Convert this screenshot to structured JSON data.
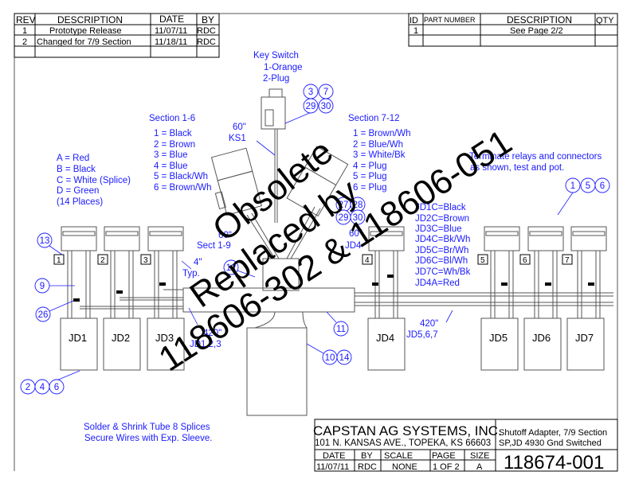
{
  "revision_table": {
    "headers": [
      "REV",
      "DESCRIPTION",
      "DATE",
      "BY"
    ],
    "rows": [
      [
        "1",
        "Prototype Release",
        "11/07/11",
        "RDC"
      ],
      [
        "2",
        "Changed for 7/9 Section",
        "11/18/11",
        "RDC"
      ]
    ]
  },
  "parts_table": {
    "headers": [
      "ID",
      "PART NUMBER",
      "DESCRIPTION",
      "QTY"
    ],
    "rows": [
      [
        "1",
        "",
        "See Page 2/2",
        ""
      ]
    ]
  },
  "notes": {
    "key_switch": [
      "Key Switch",
      "1-Orange",
      "2-Plug"
    ],
    "section_1_6": [
      "Section 1-6",
      "1 = Black",
      "2 = Brown",
      "3 = Blue",
      "4 = Blue",
      "5 = Black/Wh",
      "6 = Brown/Wh"
    ],
    "section_7_12": [
      "Section 7-12",
      "1 = Brown/Wh",
      "2 = Blue/Wh",
      "3 = White/Bk",
      "4 = Plug",
      "5 = Plug",
      "6 = Plug"
    ],
    "pin_colors": [
      "A = Red",
      "B = Black",
      "C = White (Splice)",
      "D = Green",
      "(14 Places)"
    ],
    "terminate": [
      "Terminate relays and connectors",
      "as shown, test and pot."
    ],
    "jd_colors": [
      "JD1C=Black",
      "JD2C=Brown",
      "JD3C=Blue",
      "JD4C=Bk/Wh",
      "JD5C=Br/Wh",
      "JD6C=Bl/Wh",
      "JD7C=Wh/Bk",
      "JD4A=Red"
    ],
    "ks1": [
      "60\"",
      "KS1"
    ],
    "sect19": [
      "60\"",
      "Sect 1-9"
    ],
    "jd4_len": [
      "60\"",
      "JD4"
    ],
    "typ": [
      "4\"",
      "Typ."
    ],
    "jd123_len": [
      "420\"",
      "JD1,2,3"
    ],
    "jd567_len": [
      "420\"",
      "JD5,6,7"
    ],
    "solder": [
      "Solder & Shrink Tube 8 Splices",
      "Secure Wires with Exp. Sleeve."
    ]
  },
  "balloons": [
    "3",
    "7",
    "29",
    "30",
    "27",
    "28",
    "29",
    "30",
    "1",
    "5",
    "6",
    "13",
    "9",
    "26",
    "2",
    "4",
    "6",
    "12",
    "11",
    "10",
    "14"
  ],
  "connectors": {
    "section_tags": [
      "1",
      "2",
      "3",
      "4",
      "5",
      "6",
      "7"
    ],
    "jd_labels": [
      "JD1",
      "JD2",
      "JD3",
      "JD4",
      "JD5",
      "JD6",
      "JD7"
    ]
  },
  "watermark": [
    "Obsolete",
    "Replaced by",
    "118606-302 & 118606-051"
  ],
  "title_block": {
    "company": "CAPSTAN AG SYSTEMS, INC.",
    "address": "101 N. KANSAS AVE., TOPEKA, KS 66603",
    "description": [
      "Shutoff Adapter, 7/9 Section",
      "SP,JD 4930 Gnd Switched"
    ],
    "headers": [
      "DATE",
      "BY",
      "SCALE",
      "PAGE",
      "SIZE"
    ],
    "values": [
      "11/07/11",
      "RDC",
      "NONE",
      "1 OF 2",
      "A"
    ],
    "part_number": "118674-001"
  },
  "colors": {
    "annotation": "#1a1aff",
    "line": "#000000"
  }
}
